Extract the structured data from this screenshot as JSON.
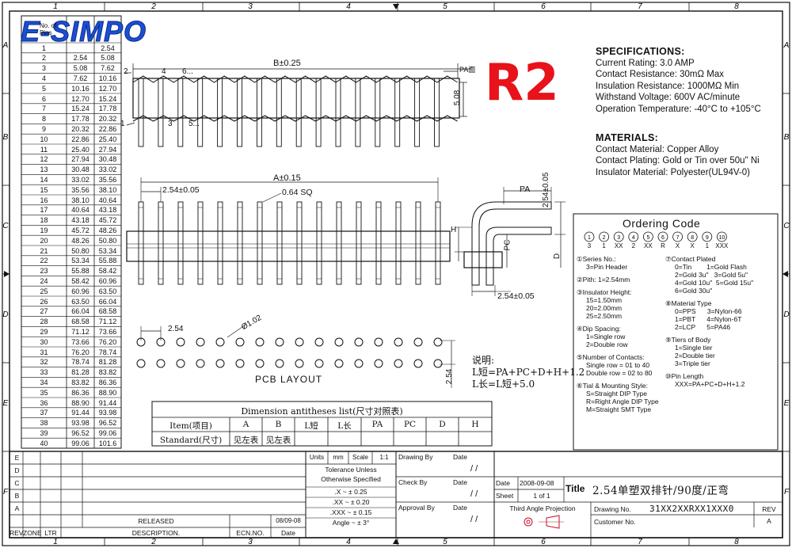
{
  "logo": {
    "text": "E-SIMPO"
  },
  "rev_badge": "R2",
  "grid": {
    "columns": [
      "1",
      "2",
      "3",
      "4",
      "5",
      "6",
      "7",
      "8"
    ],
    "rows": [
      "A",
      "B",
      "C",
      "D",
      "E",
      "F"
    ]
  },
  "pin_table": {
    "header": "No. of Pins",
    "rows": [
      [
        "1",
        "",
        "2.54"
      ],
      [
        "2",
        "2.54",
        "5.08"
      ],
      [
        "3",
        "5.08",
        "7.62"
      ],
      [
        "4",
        "7.62",
        "10.16"
      ],
      [
        "5",
        "10.16",
        "12.70"
      ],
      [
        "6",
        "12.70",
        "15.24"
      ],
      [
        "7",
        "15.24",
        "17.78"
      ],
      [
        "8",
        "17.78",
        "20.32"
      ],
      [
        "9",
        "20.32",
        "22.86"
      ],
      [
        "10",
        "22.86",
        "25.40"
      ],
      [
        "11",
        "25.40",
        "27.94"
      ],
      [
        "12",
        "27.94",
        "30.48"
      ],
      [
        "13",
        "30.48",
        "33.02"
      ],
      [
        "14",
        "33.02",
        "35.56"
      ],
      [
        "15",
        "35.56",
        "38.10"
      ],
      [
        "16",
        "38.10",
        "40.64"
      ],
      [
        "17",
        "40.64",
        "43.18"
      ],
      [
        "18",
        "43.18",
        "45.72"
      ],
      [
        "19",
        "45.72",
        "48.26"
      ],
      [
        "20",
        "48.26",
        "50.80"
      ],
      [
        "21",
        "50.80",
        "53.34"
      ],
      [
        "22",
        "53.34",
        "55.88"
      ],
      [
        "23",
        "55.88",
        "58.42"
      ],
      [
        "24",
        "58.42",
        "60.96"
      ],
      [
        "25",
        "60.96",
        "63.50"
      ],
      [
        "26",
        "63.50",
        "66.04"
      ],
      [
        "27",
        "66.04",
        "68.58"
      ],
      [
        "28",
        "68.58",
        "71.12"
      ],
      [
        "29",
        "71.12",
        "73.66"
      ],
      [
        "30",
        "73.66",
        "76.20"
      ],
      [
        "31",
        "76.20",
        "78.74"
      ],
      [
        "32",
        "78.74",
        "81.28"
      ],
      [
        "33",
        "81.28",
        "83.82"
      ],
      [
        "34",
        "83.82",
        "86.36"
      ],
      [
        "35",
        "86.36",
        "88.90"
      ],
      [
        "36",
        "88.90",
        "91.44"
      ],
      [
        "37",
        "91.44",
        "93.98"
      ],
      [
        "38",
        "93.98",
        "96.52"
      ],
      [
        "39",
        "96.52",
        "99.06"
      ],
      [
        "40",
        "99.06",
        "101.6"
      ]
    ]
  },
  "drawing": {
    "top_view": {
      "dim_b": "B±0.25",
      "pa_label": "PA面",
      "height_dim": "5.08",
      "labels": [
        "2",
        "4",
        "6...",
        "1",
        "3",
        "5..."
      ]
    },
    "front_view": {
      "dim_a": "A±0.15",
      "pitch": "2.54±0.05",
      "pin_size": "0.64 SQ"
    },
    "side_view": {
      "pa": "PA",
      "h": "H",
      "pc": "PC",
      "d": "D",
      "pitch_v": "2.54±0.05",
      "pitch_h": "2.54±0.05"
    },
    "pcb": {
      "pitch": "2.54",
      "hole": "Ø1.02",
      "row_pitch": "2.54",
      "label": "PCB LAYOUT"
    },
    "notes": {
      "title": "说明:",
      "line1": "L短=PA+PC+D+H+1.2",
      "line2": "L长=L短+5.0"
    }
  },
  "specifications": {
    "title": "SPECIFICATIONS:",
    "lines": [
      "Current Rating: 3.0 AMP",
      "Contact Resistance: 30mΩ Max",
      "Insulation Resistance: 1000MΩ Min",
      "Withstand Voltage: 600V AC/minute",
      "Operation Temperature: -40°C to +105°C"
    ]
  },
  "materials": {
    "title": "MATERIALS:",
    "lines": [
      "Contact Material: Copper Alloy",
      "Contact Plating: Gold or Tin over 50u\" Ni",
      "Insulator Material: Polyester(UL94V-0)"
    ]
  },
  "ordering": {
    "title": "Ordering Code",
    "circles": [
      "1",
      "2",
      "3",
      "4",
      "5",
      "6",
      "7",
      "8",
      "9",
      "10"
    ],
    "code": [
      "3",
      "1",
      "XX",
      "2",
      "XX",
      "R",
      "X",
      "X",
      "1",
      "XXX"
    ],
    "left_col": [
      {
        "head": "①Series No.:",
        "items": [
          "3=Pin Header"
        ]
      },
      {
        "head": "②Pith: 1=2.54mm",
        "items": []
      },
      {
        "head": "③Insulator Height:",
        "items": [
          "15=1.50mm",
          "20=2.00mm",
          "25=2.50mm"
        ]
      },
      {
        "head": "④Dip Spacing:",
        "items": [
          "1=Single row",
          "2=Double row"
        ]
      },
      {
        "head": "⑤Number of Contacts:",
        "items": [
          "Single row = 01 to 40",
          "Double row = 02 to 80"
        ]
      },
      {
        "head": "⑥Tial & Mounting Style:",
        "items": [
          "S=Straight DIP Type",
          "R=Right Angle DIP Type",
          "M=Straight SMT Type"
        ]
      }
    ],
    "right_col": [
      {
        "head": "⑦Contact Plated",
        "items": [
          "0=Tin        1=Gold Flash",
          "2=Gold 3u\"   3=Gold 5u\"",
          "4=Gold 10u\"  5=Gold 15u\"",
          "6=Gold 30u\""
        ]
      },
      {
        "head": "⑧Material Type",
        "items": [
          "0=PPS      3=Nylon-66",
          "1=PBT      4=Nylon-6T",
          "2=LCP      5=PA46"
        ]
      },
      {
        "head": "⑨Tiers of Body",
        "items": [
          "1=Single tier",
          "2=Double tier",
          "3=Triple tier"
        ]
      },
      {
        "head": "⑩Pin Length",
        "items": [
          "XXX=PA+PC+D+H+1.2"
        ]
      }
    ]
  },
  "dim_table": {
    "title": "Dimension antitheses list(尺寸对照表)",
    "headers": [
      "Item(项目)",
      "A",
      "B",
      "L短",
      "L长",
      "PA",
      "PC",
      "D",
      "H"
    ],
    "row": [
      "Standard(尺寸)",
      "见左表",
      "见左表",
      "",
      "",
      "",
      "",
      "",
      ""
    ]
  },
  "title_block": {
    "rev_rows": [
      "E",
      "D",
      "C",
      "B",
      "A"
    ],
    "rev_header": [
      "REV",
      "ZONE",
      "LTR",
      "DESCRIPTION.",
      "ECN.NO.",
      "Date"
    ],
    "released": "RELEASED",
    "released_date": "08/09-08",
    "units": [
      "Units",
      "mm",
      "Scale",
      "1:1"
    ],
    "tolerance": [
      "Tolerance Unless",
      "Otherwise Specified",
      ".X  ~ ± 0.25",
      ".XX ~ ± 0.20",
      ".XXX ~ ± 0.15",
      "Angle ~ ± 3°"
    ],
    "drawing_by": "Drawing By",
    "check_by": "Check By",
    "approval_by": "Approval By",
    "date_label": "Date",
    "slashes": "/  /",
    "date_value": "2008-09-08",
    "sheet_label": "Sheet",
    "sheet_value": "1 of 1",
    "title_label": "Title",
    "title_value": "2.54单塑双排针/90度/正弯",
    "projection": "Third Angle Projection",
    "drawing_no_label": "Drawing No.",
    "drawing_no": "31XX2XXRXX1XXX0",
    "rev_label": "REV",
    "rev_value": "A",
    "customer_label": "Customer No."
  },
  "colors": {
    "badge": "#e8121a",
    "logo": "#1a4fd6",
    "line": "#111111"
  }
}
